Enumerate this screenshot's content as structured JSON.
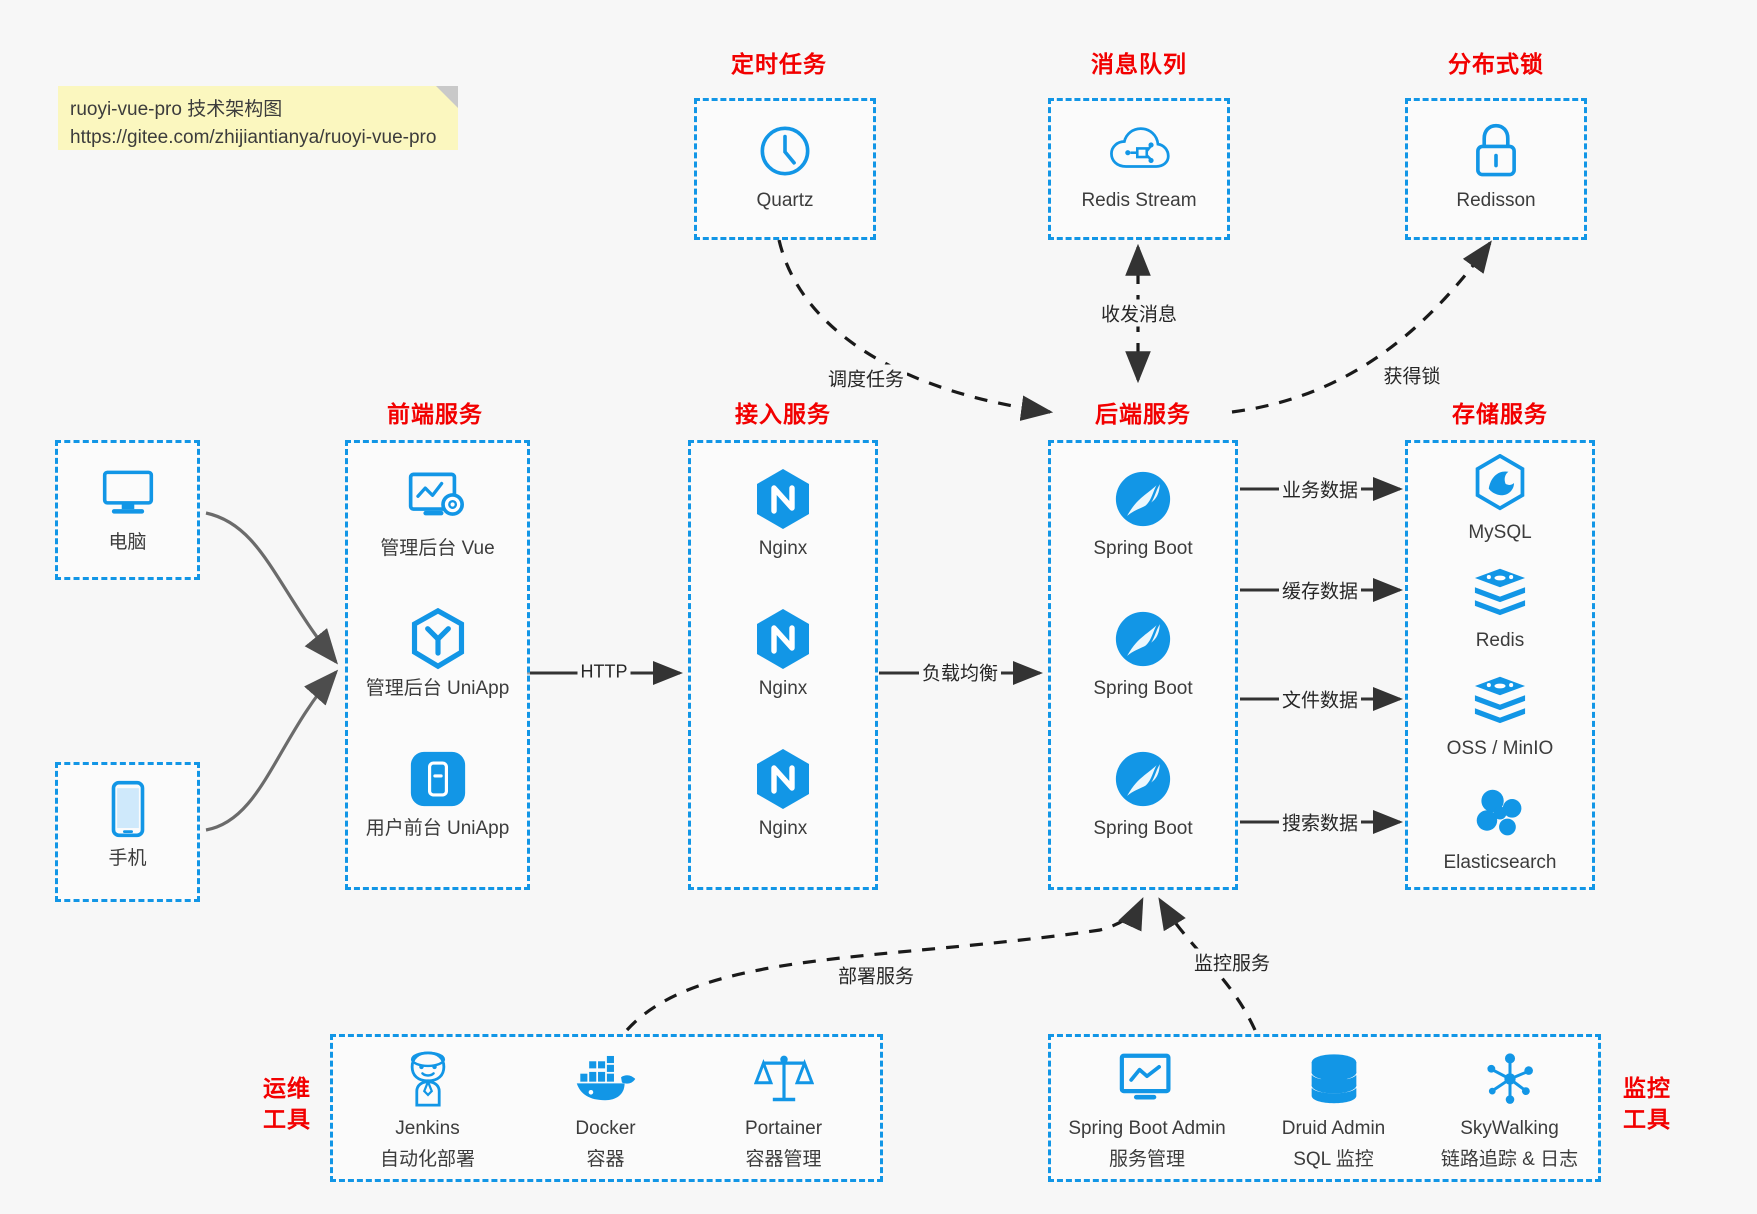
{
  "note": {
    "line1": "ruoyi-vue-pro 技术架构图",
    "line2": "https://gitee.com/zhijiantianya/ruoyi-vue-pro"
  },
  "colors": {
    "accent": "#1296e6",
    "group_label": "#f20000",
    "note_bg": "#fbf7bf",
    "page_bg": "#f7f7f7",
    "edge": "#595959"
  },
  "groups": {
    "scheduled_task": "定时任务",
    "message_queue": "消息队列",
    "distributed_lock": "分布式锁",
    "frontend": "前端服务",
    "gateway": "接入服务",
    "backend": "后端服务",
    "storage": "存储服务",
    "ops_tools_line1": "运维",
    "ops_tools_line2": "工具",
    "monitor_tools_line1": "监控",
    "monitor_tools_line2": "工具"
  },
  "clients": [
    {
      "name": "电脑",
      "icon": "monitor-icon"
    },
    {
      "name": "手机",
      "icon": "smartphone-icon"
    }
  ],
  "scheduled_task": {
    "nodes": [
      {
        "name": "Quartz",
        "icon": "clock-icon"
      }
    ]
  },
  "message_queue": {
    "nodes": [
      {
        "name": "Redis Stream",
        "icon": "cloud-network-icon"
      }
    ]
  },
  "distributed_lock": {
    "nodes": [
      {
        "name": "Redisson",
        "icon": "lock-icon"
      }
    ]
  },
  "frontend": {
    "nodes": [
      {
        "name": "管理后台 Vue",
        "icon": "dashboard-gear-icon"
      },
      {
        "name": "管理后台 UniApp",
        "icon": "uniapp-hexagon-icon"
      },
      {
        "name": "用户前台 UniApp",
        "icon": "mobile-app-icon"
      }
    ]
  },
  "gateway": {
    "nodes": [
      {
        "name": "Nginx",
        "icon": "nginx-icon"
      },
      {
        "name": "Nginx",
        "icon": "nginx-icon"
      },
      {
        "name": "Nginx",
        "icon": "nginx-icon"
      }
    ]
  },
  "backend": {
    "nodes": [
      {
        "name": "Spring Boot",
        "icon": "spring-boot-icon"
      },
      {
        "name": "Spring Boot",
        "icon": "spring-boot-icon"
      },
      {
        "name": "Spring Boot",
        "icon": "spring-boot-icon"
      }
    ]
  },
  "storage": {
    "nodes": [
      {
        "name": "MySQL",
        "icon": "mysql-icon"
      },
      {
        "name": "Redis",
        "icon": "redis-icon"
      },
      {
        "name": "OSS / MinIO",
        "icon": "minio-icon"
      },
      {
        "name": "Elasticsearch",
        "icon": "elasticsearch-icon"
      }
    ]
  },
  "ops_tools": {
    "nodes": [
      {
        "name": "Jenkins",
        "desc": "自动化部署",
        "icon": "jenkins-icon"
      },
      {
        "name": "Docker",
        "desc": "容器",
        "icon": "docker-icon"
      },
      {
        "name": "Portainer",
        "desc": "容器管理",
        "icon": "portainer-icon"
      }
    ]
  },
  "monitor_tools": {
    "nodes": [
      {
        "name": "Spring Boot Admin",
        "desc": "服务管理",
        "icon": "monitor-chart-icon"
      },
      {
        "name": "Druid Admin",
        "desc": "SQL 监控",
        "icon": "database-icon"
      },
      {
        "name": "SkyWalking",
        "desc": "链路追踪 & 日志",
        "icon": "skywalking-icon"
      }
    ]
  },
  "edges": [
    {
      "label": "HTTP",
      "from": "frontend",
      "to": "gateway"
    },
    {
      "label": "负载均衡",
      "from": "gateway",
      "to": "backend"
    },
    {
      "label": "调度任务",
      "from": "scheduled_task",
      "to": "backend"
    },
    {
      "label": "收发消息",
      "from": "backend",
      "to": "message_queue"
    },
    {
      "label": "获得锁",
      "from": "backend",
      "to": "distributed_lock"
    },
    {
      "label": "业务数据",
      "from": "backend",
      "to": "MySQL"
    },
    {
      "label": "缓存数据",
      "from": "backend",
      "to": "Redis"
    },
    {
      "label": "文件数据",
      "from": "backend",
      "to": "OSS / MinIO"
    },
    {
      "label": "搜索数据",
      "from": "backend",
      "to": "Elasticsearch"
    },
    {
      "label": "部署服务",
      "from": "ops_tools",
      "to": "backend"
    },
    {
      "label": "监控服务",
      "from": "monitor_tools",
      "to": "backend"
    }
  ]
}
